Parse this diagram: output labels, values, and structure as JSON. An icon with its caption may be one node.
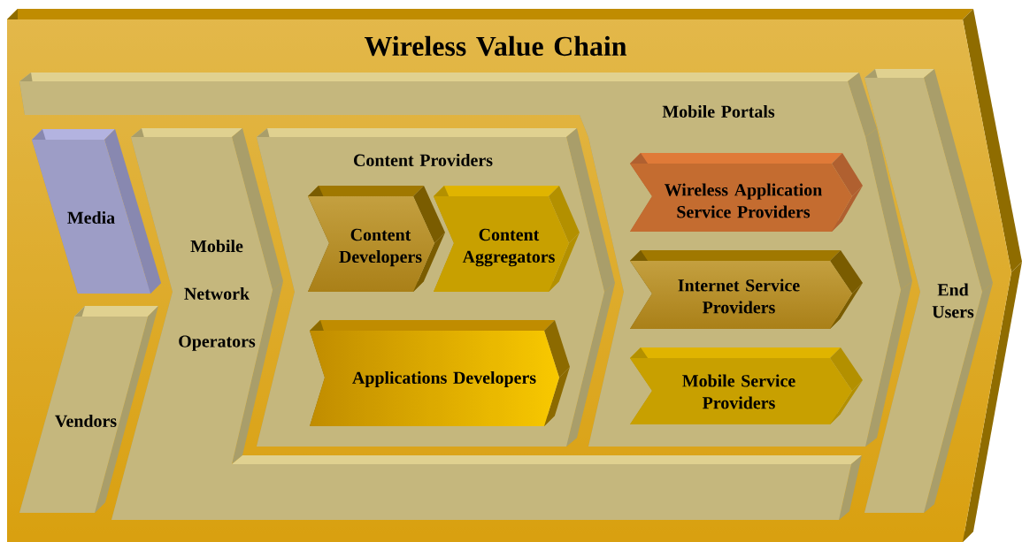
{
  "diagram": {
    "nodes": [
      {
        "text": [
          "Wireless Value Chain"
        ]
      },
      {
        "text": [
          "Mobile Portals"
        ],
        "in": 0
      },
      {
        "text": [
          "Media"
        ],
        "in": 0
      },
      {
        "text": [
          "Vendors"
        ],
        "in": 0
      },
      {
        "text": [
          "Mobile Network Operators"
        ],
        "in": 0
      },
      {
        "text": [
          "Content Providers"
        ],
        "in": 0
      },
      {
        "text": [
          "Content Developers"
        ],
        "in": 5
      },
      {
        "text": [
          "Content Aggregators"
        ],
        "in": 5
      },
      {
        "text": [
          "Applications Developers"
        ],
        "in": 5
      },
      {
        "text": [
          "Wireless Application Service Providers"
        ],
        "in": 1
      },
      {
        "text": [
          "Internet Service Providers"
        ],
        "in": 1
      },
      {
        "text": [
          "Mobile Service Providers"
        ],
        "in": 1
      },
      {
        "text": [
          "End Users"
        ],
        "in": 0
      }
    ]
  }
}
